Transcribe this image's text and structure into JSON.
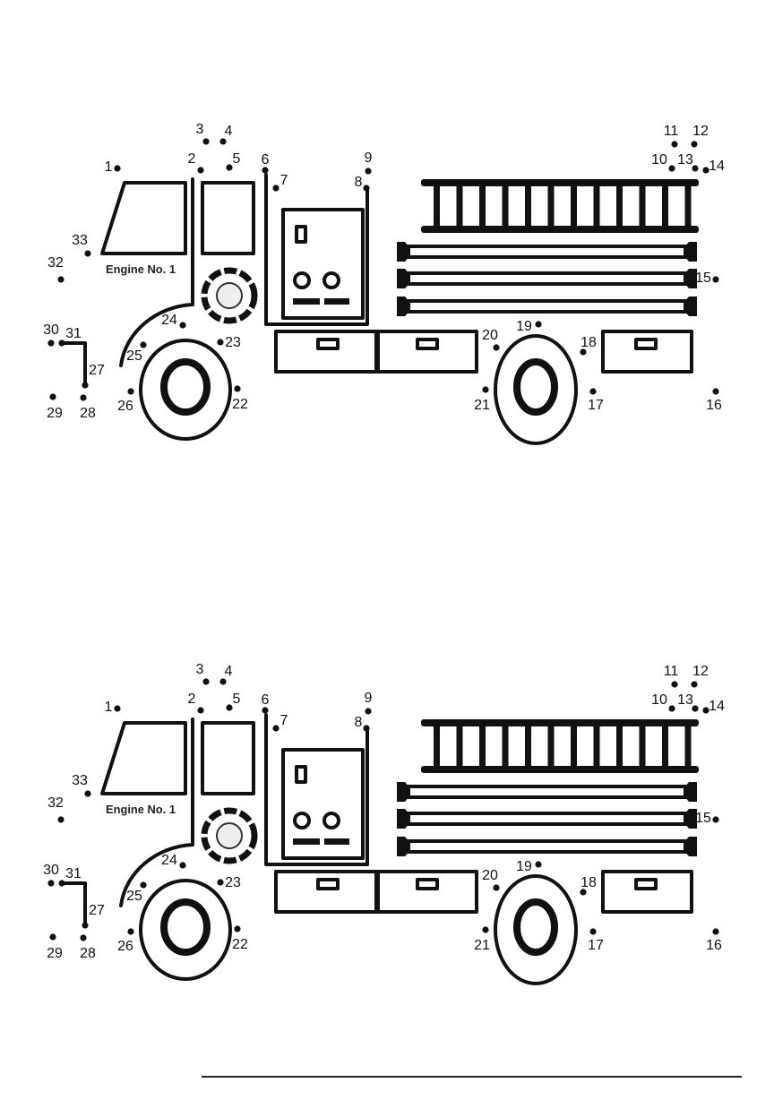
{
  "worksheet": {
    "truck_label": "Engine No. 1",
    "dot_labels": [
      "1",
      "2",
      "3",
      "4",
      "5",
      "6",
      "7",
      "8",
      "9",
      "10",
      "11",
      "12",
      "13",
      "14",
      "15",
      "16",
      "17",
      "18",
      "19",
      "20",
      "21",
      "22",
      "23",
      "24",
      "25",
      "26",
      "27",
      "28",
      "29",
      "30",
      "31",
      "32",
      "33"
    ],
    "puzzle_count": 2
  },
  "colors": {
    "ink": "#111111",
    "paper": "#ffffff"
  }
}
